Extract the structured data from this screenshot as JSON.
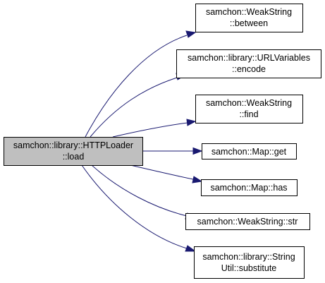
{
  "diagram": {
    "colors": {
      "edge": "#191970",
      "source_fill": "#bfbfbf",
      "node_fill": "#ffffff",
      "border": "#000000"
    },
    "source": {
      "lines": [
        "samchon::library::HTTPLoader",
        "::load"
      ]
    },
    "targets": [
      {
        "lines": [
          "samchon::WeakString",
          "::between"
        ]
      },
      {
        "lines": [
          "samchon::library::URLVariables",
          "::encode"
        ]
      },
      {
        "lines": [
          "samchon::WeakString",
          "::find"
        ]
      },
      {
        "lines": [
          "samchon::Map::get"
        ]
      },
      {
        "lines": [
          "samchon::Map::has"
        ]
      },
      {
        "lines": [
          "samchon::WeakString::str"
        ]
      },
      {
        "lines": [
          "samchon::library::String",
          "Util::substitute"
        ]
      }
    ]
  }
}
